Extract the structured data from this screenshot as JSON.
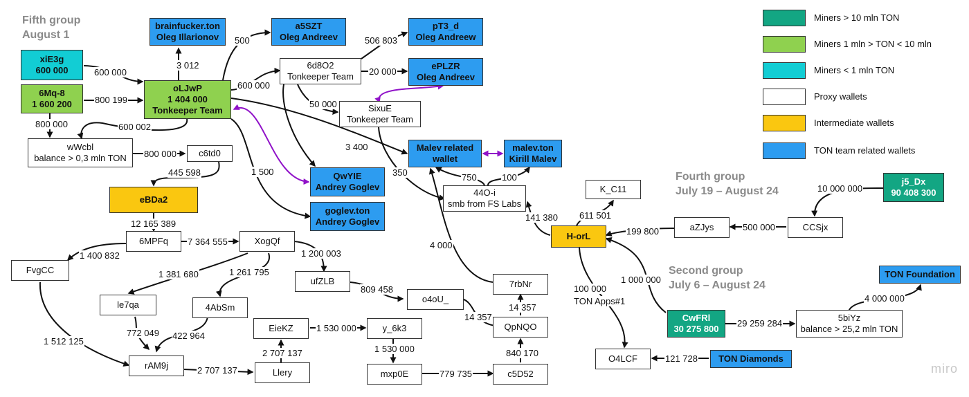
{
  "groups": {
    "fifth": [
      "Fifth group",
      "August 1"
    ],
    "fourth": [
      "Fourth group",
      "July 19 – August 24"
    ],
    "second": [
      "Second group",
      "July 6 – August 24"
    ]
  },
  "legend": [
    {
      "label": "Miners > 10 mln TON",
      "color": "#13a683"
    },
    {
      "label": "Miners  1 mln > TON < 10 mln",
      "color": "#8fd14f"
    },
    {
      "label": "Miners < 1 mln TON",
      "color": "#12cdd4"
    },
    {
      "label": "Proxy wallets",
      "color": "#ffffff"
    },
    {
      "label": "Intermediate wallets",
      "color": "#fac710"
    },
    {
      "label": "TON team related wallets",
      "color": "#2d9cf0"
    }
  ],
  "nodes": {
    "brainfucker": [
      "brainfucker.ton",
      "Oleg Illarionov"
    ],
    "a5szt": [
      "a5SZT",
      "Oleg Andreev"
    ],
    "pt3d": [
      "pT3_d",
      "Oleg Andreew"
    ],
    "xie3g": [
      "xiE3g",
      "600 000"
    ],
    "6d8o2": [
      "6d8O2",
      "Tonkeeper Team"
    ],
    "eplzr": [
      "ePLZR",
      "Oleg Andreev"
    ],
    "6mq8": [
      "6Mq-8",
      "1 600 200"
    ],
    "oljwp": [
      "oLJwP",
      "1 404 000",
      "Tonkeeper Team"
    ],
    "sixue": [
      "SixuE",
      "Tonkeeper Team"
    ],
    "wwcbl": [
      "wWcbl",
      "balance > 0,3 mln TON"
    ],
    "c6td0": [
      "c6td0"
    ],
    "malevrel": [
      "Malev related",
      "wallet"
    ],
    "malevton": [
      "malev.ton",
      "Kirill Malev"
    ],
    "qwyie": [
      "QwYIE",
      "Andrey Goglev"
    ],
    "ebda2": [
      "eBDa2"
    ],
    "goglevton": [
      "goglev.ton",
      "Andrey Goglev"
    ],
    "44oi": [
      "44O-i",
      "smb from FS Labs"
    ],
    "kc11": [
      "K_C11"
    ],
    "j5dx": [
      "j5_Dx",
      "90 408 300"
    ],
    "azjys": [
      "aZJys"
    ],
    "ccsjx": [
      "CCSjx"
    ],
    "horl": [
      "H-orL"
    ],
    "6mpfq": [
      "6MPFq"
    ],
    "xogqf": [
      "XogQf"
    ],
    "fvgcc": [
      "FvgCC"
    ],
    "ufzlb": [
      "ufZLB"
    ],
    "7rbnr": [
      "7rbNr"
    ],
    "tonfoundation": [
      "TON Foundation"
    ],
    "le7qa": [
      "le7qa"
    ],
    "4absm": [
      "4AbSm"
    ],
    "o4ou": [
      "o4oU_"
    ],
    "eiekz": [
      "EieKZ"
    ],
    "y6k3": [
      "y_6k3"
    ],
    "qpnqo": [
      "QpNQO"
    ],
    "cwfrl": [
      "CwFRl",
      "30 275 800"
    ],
    "5biyz": [
      "5biYz",
      "balance > 25,2 mln TON"
    ],
    "ram9j": [
      "rAM9j"
    ],
    "llery": [
      "Llery"
    ],
    "mxp0e": [
      "mxp0E"
    ],
    "c5d52": [
      "c5D52"
    ],
    "o4lcf": [
      "O4LCF"
    ],
    "tondiamonds": [
      "TON Diamonds"
    ]
  },
  "edges": [
    {
      "label": "600 000"
    },
    {
      "label": "800 199"
    },
    {
      "label": "3 012"
    },
    {
      "label": "500"
    },
    {
      "label": "600 000"
    },
    {
      "label": "506 803"
    },
    {
      "label": "20 000"
    },
    {
      "label": "50 000"
    },
    {
      "label": "800 000"
    },
    {
      "label": "600 002"
    },
    {
      "label": "800 000"
    },
    {
      "label": "445 598"
    },
    {
      "label": "3 400"
    },
    {
      "label": "350"
    },
    {
      "label": "1 500"
    },
    {
      "label": "750"
    },
    {
      "label": "100"
    },
    {
      "label": "611 501"
    },
    {
      "label": "141 380"
    },
    {
      "label": "10 000 000"
    },
    {
      "label": "500 000"
    },
    {
      "label": "199 800"
    },
    {
      "label": "12 165 389"
    },
    {
      "label": "7 364 555"
    },
    {
      "label": "1 400 832"
    },
    {
      "label": "1 381 680"
    },
    {
      "label": "1 261 795"
    },
    {
      "label": "1 200 003"
    },
    {
      "label": "809 458"
    },
    {
      "label": "14 357"
    },
    {
      "label": "14 357"
    },
    {
      "label": "4 000"
    },
    {
      "label": "1 530 000"
    },
    {
      "label": "1 530 000"
    },
    {
      "label": "2 707 137"
    },
    {
      "label": "2 707 137"
    },
    {
      "label": "840 170"
    },
    {
      "label": "779 735"
    },
    {
      "label": "772 049"
    },
    {
      "label": "422 964"
    },
    {
      "label": "1 512 125"
    },
    {
      "label": "100 000"
    },
    {
      "label": "TON Apps#1"
    },
    {
      "label": "1 000 000"
    },
    {
      "label": "29 259 284"
    },
    {
      "label": "4 000 000"
    },
    {
      "label": "121 728"
    }
  ],
  "brand": "miro"
}
